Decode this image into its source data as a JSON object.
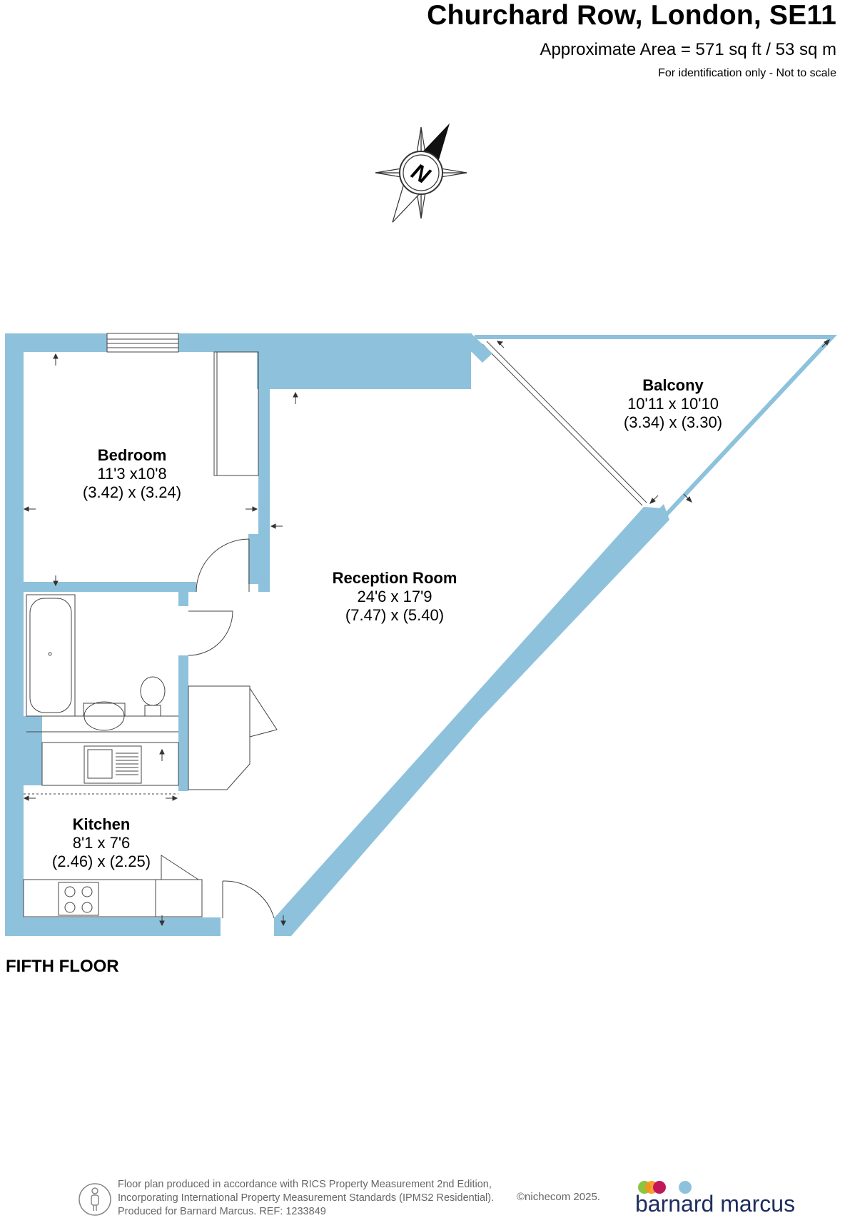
{
  "header": {
    "title": "Churchard Row, London, SE11",
    "area": "Approximate Area = 571 sq ft / 53 sq m",
    "note": "For identification only - Not to scale"
  },
  "compass": {
    "label": "N",
    "icon": "north-compass-icon"
  },
  "rooms": [
    {
      "id": "bedroom",
      "name": "Bedroom",
      "imperial": "11'3 x10'8",
      "metric": "(3.42) x (3.24)"
    },
    {
      "id": "reception",
      "name": "Reception Room",
      "imperial": "24'6 x 17'9",
      "metric": "(7.47) x (5.40)"
    },
    {
      "id": "balcony",
      "name": "Balcony",
      "imperial": "10'11 x 10'10",
      "metric": "(3.34) x (3.30)"
    },
    {
      "id": "kitchen",
      "name": "Kitchen",
      "imperial": "8'1 x 7'6",
      "metric": "(2.46) x (2.25)"
    }
  ],
  "floor_label": "FIFTH FLOOR",
  "footer": {
    "line1": "Floor plan produced in accordance with RICS Property Measurement 2nd Edition,",
    "line2": "Incorporating International Property Measurement Standards (IPMS2 Residential).",
    "line3": "Produced for Barnard Marcus.   REF:  1233849",
    "copyright": "©nichecom 2025.",
    "brand": "barnard marcus"
  },
  "colors": {
    "wall": "#8ec2dc",
    "line": "#444444",
    "brand_text": "#1d2d5c",
    "dot_green": "#8cc63f",
    "dot_orange": "#f7941d",
    "dot_pink": "#c2185b",
    "dot_blue": "#8ec2dc"
  }
}
